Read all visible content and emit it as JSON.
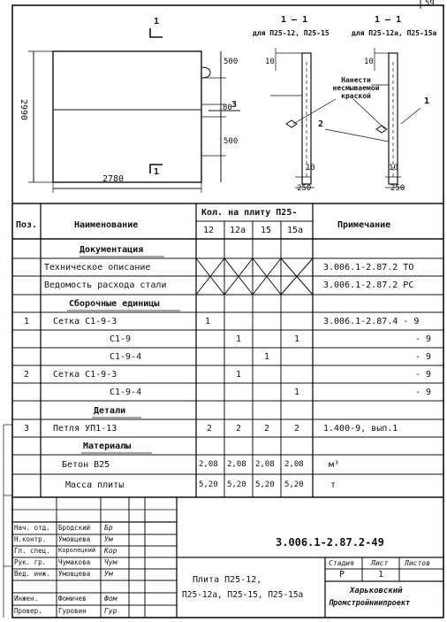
{
  "drawing": {
    "sheet_corner": "59",
    "section_mark_top": "1",
    "section_mark_bottom": "1",
    "section_a_title": "1 — 1",
    "section_a_sub": "для П25-12, П25-15",
    "section_b_title": "1 — 1",
    "section_b_sub": "для П25-12а, П25-15а",
    "dim_height": "2990",
    "dim_width": "2780",
    "dim_500_top": "500",
    "dim_80": "80",
    "dim_500_bottom": "500",
    "pos_3": "3",
    "dim_10_a": "10",
    "dim_10_b": "10",
    "dim_250_a": "250",
    "dim_10_c": "10",
    "dim_10_d": "10",
    "dim_250_b": "250",
    "note": "Нанести несмываемой краской",
    "pos_1": "1",
    "pos_2": "2"
  },
  "spec": {
    "col_pos": "Поз.",
    "col_name": "Наименование",
    "col_qty": "Кол. на плиту П25-",
    "col_note": "Примечание",
    "sub_cols": [
      "12",
      "12а",
      "15",
      "15а"
    ],
    "rows": [
      {
        "pos": "",
        "name": "Документация",
        "q": [
          "",
          "",
          "",
          ""
        ],
        "note": ""
      },
      {
        "pos": "",
        "name": "Техническое описание",
        "q": [
          "",
          "",
          "",
          ""
        ],
        "note": "3.006.1-2.87.2 ТО"
      },
      {
        "pos": "",
        "name": "Ведомость расхода стали",
        "q": [
          "",
          "",
          "",
          ""
        ],
        "note": "3.006.1-2.87.2 РС"
      },
      {
        "pos": "",
        "name": "Сборочные единицы",
        "q": [
          "",
          "",
          "",
          ""
        ],
        "note": ""
      },
      {
        "pos": "1",
        "name": "Сетка С1-9-3",
        "q": [
          "1",
          "",
          "",
          ""
        ],
        "note": "3.006.1-2.87.4 - 9"
      },
      {
        "pos": "",
        "name": "С1-9",
        "q": [
          "",
          "1",
          "",
          "1"
        ],
        "note": "- 9"
      },
      {
        "pos": "",
        "name": "С1-9-4",
        "q": [
          "",
          "",
          "1",
          ""
        ],
        "note": "- 9"
      },
      {
        "pos": "2",
        "name": "Сетка С1-9-3",
        "q": [
          "",
          "1",
          "",
          ""
        ],
        "note": "- 9"
      },
      {
        "pos": "",
        "name": "С1-9-4",
        "q": [
          "",
          "",
          "",
          "1"
        ],
        "note": "- 9"
      },
      {
        "pos": "",
        "name": "Детали",
        "q": [
          "",
          "",
          "",
          ""
        ],
        "note": ""
      },
      {
        "pos": "3",
        "name": "Петля УП1-13",
        "q": [
          "2",
          "2",
          "2",
          "2"
        ],
        "note": "1.400-9, вып.1"
      },
      {
        "pos": "",
        "name": "Материалы",
        "q": [
          "",
          "",
          "",
          ""
        ],
        "note": ""
      },
      {
        "pos": "",
        "name": "Бетон В25",
        "q": [
          "2,08",
          "2,08",
          "2,08",
          "2,08"
        ],
        "note": "м³"
      },
      {
        "pos": "",
        "name": "Масса плиты",
        "q": [
          "5,20",
          "5,20",
          "5,20",
          "5,20"
        ],
        "note": "т"
      }
    ]
  },
  "titleblock": {
    "roles": [
      "Нач. отд.",
      "Н.контр.",
      "Гл. спец.",
      "Рук. гр.",
      "Вед. инж.",
      "",
      "Инжен.",
      "Провер."
    ],
    "names": [
      "Бродский",
      "Умовцева",
      "Королецкий",
      "Чумакова",
      "Умовцева",
      "",
      "Фомичев",
      "Гуровин"
    ],
    "signatures": [
      "Бр",
      "Ум",
      "Кор",
      "Чум",
      "Ум",
      "",
      "Фом",
      "Гур"
    ],
    "code": "3.006.1-2.87.2-49",
    "stage_label": "Стадия",
    "sheet_label": "Лист",
    "sheets_label": "Листов",
    "stage": "Р",
    "sheet": "1",
    "title_line1": "Плита П25-12,",
    "title_line2": "П25-12а, П25-15, П25-15а",
    "org_line1": "Харьковский",
    "org_line2": "Промстройниипроект"
  }
}
